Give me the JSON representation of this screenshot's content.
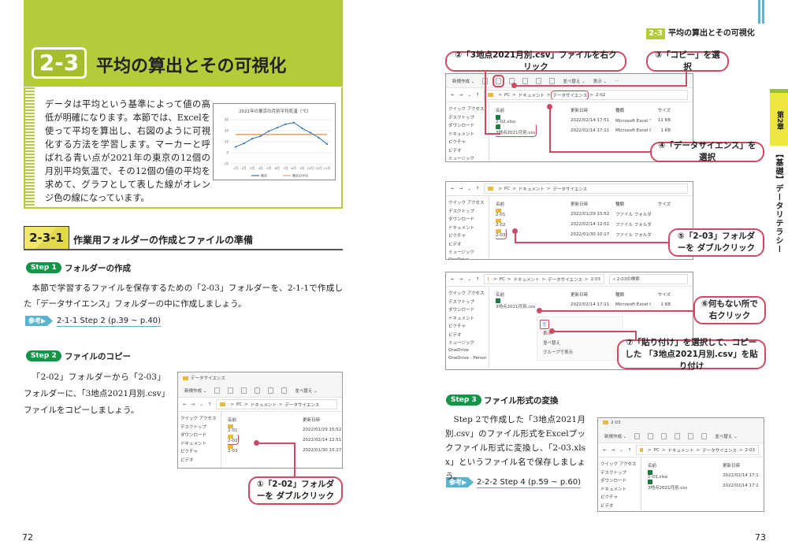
{
  "left": {
    "section_num": "2-3",
    "section_title": "平均の算出とその可視化",
    "intro": "データは平均という基準によって値の高低が明確になります。本節では、Excelを使って平均を算出し、右図のように可視化する方法を学習します。マーカーと呼ばれる青い点が2021年の東京の12個の月別平均気温で、その12個の値の平均を求めて、グラフとして表した線がオレンジ色の線になっています。",
    "subsection_num": "2-3-1",
    "subsection_title": "作業用フォルダーの作成とファイルの準備",
    "step1_label": "Step 1",
    "step1_title": "フォルダーの作成",
    "step1_text": "本節で学習するファイルを保存するための「2-03」フォルダーを、2-1-1で作成した「データサイエンス」フォルダーの中に作成しましょう。",
    "ref_label": "参考▶",
    "ref1": "2-1-1 Step 2 (p.39 ~ p.40)",
    "step2_label": "Step 2",
    "step2_title": "ファイルのコピー",
    "step2_text": "「2-02」フォルダーから「2-03」フォルダーに、「3地点2021月別.csv」ファイルをコピーしましょう。",
    "callout1": "①「2-02」フォルダーを ダブルクリック",
    "page": "72"
  },
  "right": {
    "running_num": "2-3",
    "running_title": "平均の算出とその可視化",
    "chapter_tab": "第2章",
    "chapter_name": "【基礎】データリテラシー",
    "callout2": "②「3地点2021月別.csv」ファイルを右クリック",
    "callout3": "③「コピー」を選択",
    "callout4": "④「データサイエンス」を選択",
    "callout5": "⑤「2-03」フォルダーを ダブルクリック",
    "callout6": "⑥何もない所で 右クリック",
    "callout7": "⑦「貼り付け」を選択して、コピーした 「3地点2021月別.csv」を貼り付け",
    "step3_label": "Step 3",
    "step3_title": "ファイル形式の変換",
    "step3_text": "Step 2で作成した「3地点2021月別.csv」のファイル形式をExcelブックファイル形式に変換し、「2-03.xlsx」というファイル名で保存しましょう。",
    "ref_label": "参考▶",
    "ref2": "2-2-2 Step 4 (p.59 ~ p.60)",
    "page": "73"
  },
  "explorers": [
    {
      "title": "データサイエンス",
      "toolbar": [
        "新規作成 ⌄",
        "並べ替え ⌄"
      ],
      "path": [
        "PC",
        "ドキュメント",
        "データサイエンス"
      ],
      "columns": [
        "名前",
        "更新日時",
        "",
        ""
      ],
      "sidebar": [
        "クイック アクセス",
        "デスクトップ",
        "ダウンロード",
        "ドキュメント",
        "ピクチャ",
        "ビデオ"
      ],
      "files": [
        {
          "name": "2-01",
          "type": "folder",
          "date": "2022/01/29 15:52"
        },
        {
          "name": "2-02",
          "type": "folder",
          "date": "2022/02/14 12:51",
          "hl": true
        },
        {
          "name": "2-03",
          "type": "folder",
          "date": "2022/01/30 10:17"
        }
      ]
    },
    {
      "title": "",
      "toolbar": [
        "新規作成 ⌄",
        "並べ替え ⌄",
        "表示 ⌄",
        "···"
      ],
      "copy_hl": true,
      "path": [
        "PC",
        "ドキュメント",
        "データサイエンス",
        "2-02"
      ],
      "path_hl": 2,
      "columns": [
        "名前",
        "更新日時",
        "種類",
        "サイズ"
      ],
      "sidebar": [
        "クイック アクセス",
        "デスクトップ",
        "ダウンロード",
        "ドキュメント",
        "ピクチャ",
        "ビデオ",
        "ミュージック"
      ],
      "files": [
        {
          "name": "2-02.xlsx",
          "type": "xl",
          "date": "2022/02/14 17:51",
          "kind": "Microsoft Excel ワ...",
          "size": "11 KB"
        },
        {
          "name": "3地点2021月別.csv",
          "type": "xl",
          "date": "2022/02/14 17:11",
          "kind": "Microsoft Excel CS...",
          "size": "1 KB",
          "hl": true
        }
      ]
    },
    {
      "title": "",
      "path": [
        "PC",
        "ドキュメント",
        "データサイエンス"
      ],
      "columns": [
        "名前",
        "更新日時",
        "種類",
        "サイズ"
      ],
      "sidebar": [
        "クイック アクセス",
        "デスクトップ",
        "ダウンロード",
        "ドキュメント",
        "ピクチャ",
        "ビデオ",
        "ミュージック",
        "OneDrive"
      ],
      "files": [
        {
          "name": "2-01",
          "type": "folder",
          "date": "2022/01/29 15:52",
          "kind": "ファイル フォルダー"
        },
        {
          "name": "2-02",
          "type": "folder",
          "date": "2022/02/14 12:51",
          "kind": "ファイル フォルダー"
        },
        {
          "name": "2-03",
          "type": "folder",
          "date": "2022/01/30 10:17",
          "kind": "ファイル フォルダー",
          "hl": true
        }
      ]
    },
    {
      "title": "",
      "path": [
        "PC",
        "ドキュメント",
        "データサイエンス",
        "2-03"
      ],
      "search": "2-03の検索",
      "columns": [
        "名前",
        "更新日時",
        "種類",
        "サイズ"
      ],
      "sidebar": [
        "クイック アクセス",
        "デスクトップ",
        "ダウンロード",
        "ドキュメント",
        "ピクチャ",
        "ビデオ",
        "ミュージック",
        "OneDrive",
        "OneDrive - Personal"
      ],
      "files": [
        {
          "name": "3地点2021月別.csv",
          "type": "xl",
          "date": "2022/02/14 17:11",
          "kind": "Microsoft Excel CS...",
          "size": "1 KB"
        }
      ],
      "menu": [
        "表示",
        "並べ替え",
        "グループで表示"
      ]
    },
    {
      "title": "2-03",
      "toolbar": [
        "新規作成 ⌄",
        "並べ替え ⌄"
      ],
      "path": [
        "PC",
        "ドキュメント",
        "データサイエンス",
        "2-03"
      ],
      "columns": [
        "名前",
        "更新日時",
        "",
        ""
      ],
      "sidebar": [
        "クイック アクセス",
        "デスクトップ",
        "ダウンロード",
        "ドキュメント",
        "ピクチャ",
        "ビデオ"
      ],
      "files": [
        {
          "name": "2-03.xlsx",
          "type": "xl",
          "date": "2022/02/14 17:1"
        },
        {
          "name": "3地点2021月別.csv",
          "type": "xl",
          "date": "2022/02/14 17:1"
        }
      ]
    }
  ],
  "chart_data": {
    "type": "line",
    "title": "2021年の東京の月別平均気温（℃）",
    "categories": [
      "1月",
      "2月",
      "3月",
      "4月",
      "5月",
      "6月",
      "7月",
      "8月",
      "9月",
      "10月",
      "11月",
      "12月"
    ],
    "series": [
      {
        "name": "東京",
        "values": [
          5.4,
          8.5,
          12.8,
          15.1,
          19.6,
          22.7,
          25.9,
          27.4,
          22.3,
          18.2,
          13.7,
          7.9
        ],
        "color": "#2e6fbe"
      },
      {
        "name": "東京の平均",
        "values": [
          16.6,
          16.6,
          16.6,
          16.6,
          16.6,
          16.6,
          16.6,
          16.6,
          16.6,
          16.6,
          16.6,
          16.6
        ],
        "color": "#f0a060"
      }
    ],
    "yticks": [
      30,
      20,
      10,
      0,
      -10
    ],
    "ylim": [
      -10,
      30
    ],
    "legend": "bottom"
  }
}
